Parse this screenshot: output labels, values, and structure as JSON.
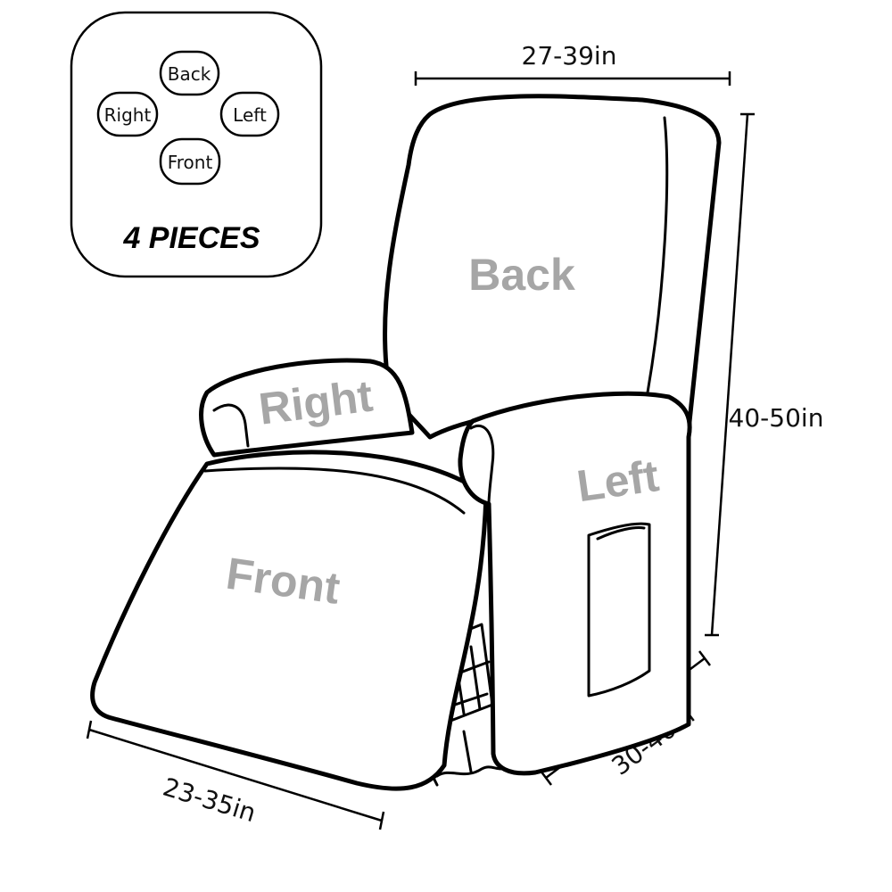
{
  "legend": {
    "pieces": [
      "Back",
      "Right",
      "Left",
      "Front"
    ],
    "title": "4 PIECES"
  },
  "parts": {
    "back": "Back",
    "right": "Right",
    "left": "Left",
    "front": "Front"
  },
  "dimensions": {
    "top_width": "27-39in",
    "height": "40-50in",
    "depth": "30-40in",
    "front_width": "23-35in"
  },
  "colors": {
    "label_gray": "#a6a6a6",
    "outline": "#000000"
  }
}
